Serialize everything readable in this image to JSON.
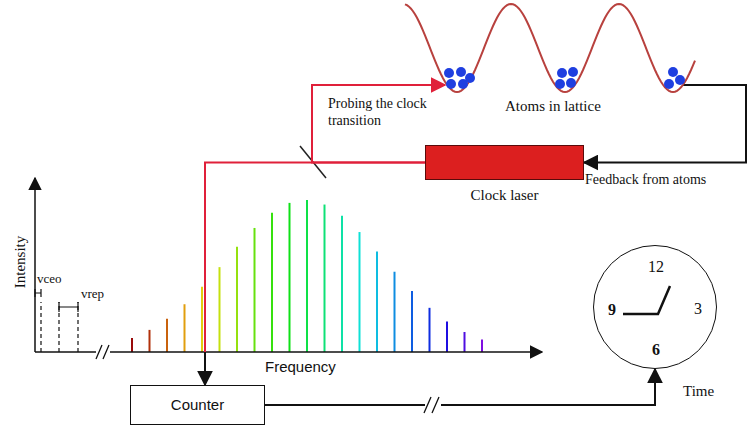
{
  "diagram": {
    "nodes": [
      {
        "text": [
          "Atoms in lattice"
        ]
      },
      {
        "text": [
          "Clock laser"
        ]
      },
      {
        "text": [
          "Counter"
        ]
      },
      {
        "text": [
          "12",
          "3",
          "6",
          "9"
        ]
      }
    ],
    "edges": [
      {
        "from": 1,
        "to": 0,
        "arrow": "to",
        "label": "Probing the clock transition"
      },
      {
        "from": 0,
        "to": 1,
        "arrow": "to",
        "label": "Feedback from atoms"
      },
      {
        "from": 1,
        "to": 2,
        "arrow": "to"
      },
      {
        "from": 2,
        "to": 3,
        "arrow": "to"
      }
    ],
    "labels": [
      "vceo",
      "vrep",
      "Intensity",
      "Frequency",
      "Time"
    ]
  }
}
